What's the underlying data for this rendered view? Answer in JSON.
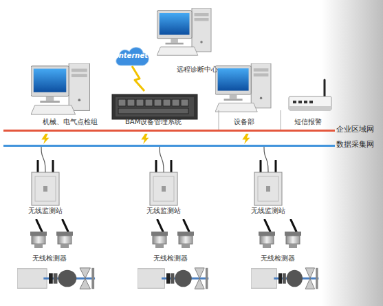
{
  "diagram": {
    "nodes": [
      {
        "text": [
          "远程诊断中心"
        ]
      },
      {
        "text": [
          "Internet"
        ]
      },
      {
        "text": [
          "机械、电气点检组"
        ]
      },
      {
        "text": [
          "BAM设备管理系统"
        ]
      },
      {
        "text": [
          "设备部"
        ]
      },
      {
        "text": [
          "短信报警"
        ]
      },
      {
        "text": [
          "企业区域网"
        ]
      },
      {
        "text": [
          "数据采集网"
        ]
      },
      {
        "text": [
          "无线监测站"
        ]
      },
      {
        "text": [
          "无线监测站"
        ]
      },
      {
        "text": [
          "无线监测站"
        ]
      },
      {
        "text": [
          "无线检测器"
        ]
      },
      {
        "text": [
          "无线检测器"
        ]
      },
      {
        "text": [
          "无线检测器"
        ]
      }
    ],
    "edges": [
      {
        "from": 1,
        "to": 3,
        "arrow": "none"
      },
      {
        "from": 8,
        "to": 7,
        "arrow": "none"
      },
      {
        "from": 9,
        "to": 7,
        "arrow": "none"
      },
      {
        "from": 10,
        "to": 7,
        "arrow": "none"
      }
    ]
  }
}
